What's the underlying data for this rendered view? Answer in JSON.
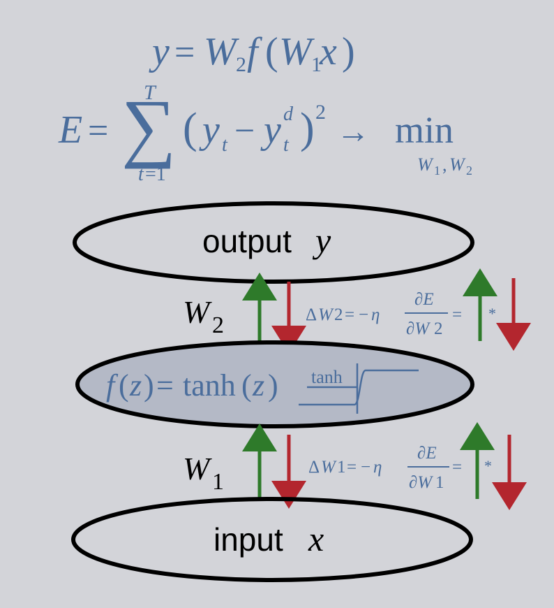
{
  "formulas": {
    "model": "y = W₂f(W₁x)",
    "objective": {
      "lhs": "E =",
      "sum_upper": "T",
      "sum_lower": "t=1",
      "summand": "(yₜ − yₜᵈ)²",
      "arrow": "→",
      "min": "min",
      "min_sub": "W₁,W₂"
    }
  },
  "nodes": {
    "output": {
      "text": "output",
      "var": "y"
    },
    "hidden": {
      "formula": "f(z) = tanh(z)",
      "plot_label": "tanh"
    },
    "input": {
      "text": "input",
      "var": "x"
    }
  },
  "weights": {
    "w2": {
      "label": "W",
      "sub": "2",
      "update": "ΔW₂ = −η ∂E/∂W₂ =",
      "star": "*"
    },
    "w1": {
      "label": "W",
      "sub": "1",
      "update": "ΔW₁ = −η ∂E/∂W₁ =",
      "star": "*"
    }
  },
  "colors": {
    "background": "#d3d4d9",
    "math_blue": "#4a6d9c",
    "forward_arrow": "#2e7a2a",
    "backward_arrow": "#b3262e",
    "hidden_fill": "#b4b9c6"
  }
}
